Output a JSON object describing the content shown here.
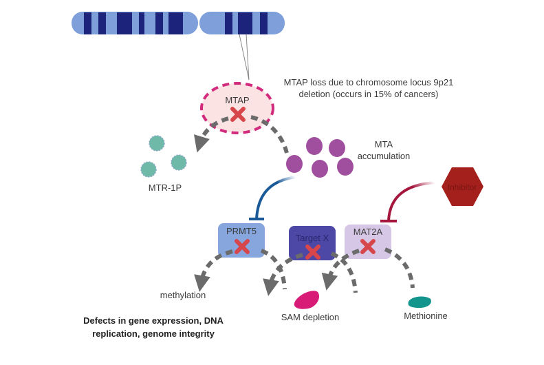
{
  "nodes": {
    "mtap": "MTAP",
    "prmt5": "PRMT5",
    "target_x": "Target X",
    "mat2a": "MAT2A",
    "inhibitor": "Inhibitor"
  },
  "labels": {
    "deletion_line1": "MTAP loss due to chromosome locus 9p21",
    "deletion_line2": "deletion (occurs in 15% of cancers)",
    "mta_line1": "MTA",
    "mta_line2": "accumulation",
    "mtr1p": "MTR-1P",
    "methylation": "methylation",
    "sam_depletion": "SAM depletion",
    "methionine": "Methionine",
    "defects_line1": "Defects in gene expression, DNA",
    "defects_line2": "replication, genome integrity"
  },
  "colors": {
    "chromosome_light": "#7f9fdb",
    "chromosome_band": "#1b237a",
    "mtap_border": "#d22b7d",
    "mtap_fill": "#fbe3e3",
    "cross": "#d6464a",
    "arrow": "#6b6b6b",
    "mta": "#a04f9e",
    "mtr1p": "#6fb9a8",
    "prmt5_fill": "#87a6dd",
    "targetx_fill": "#4d47a6",
    "mat2a_fill": "#d6c7e6",
    "inhibitor": "#a3201c",
    "inhibit_blue": "#1b5a98",
    "inhibit_red": "#a5163c",
    "sam": "#d81b77",
    "methionine": "#13948c"
  }
}
